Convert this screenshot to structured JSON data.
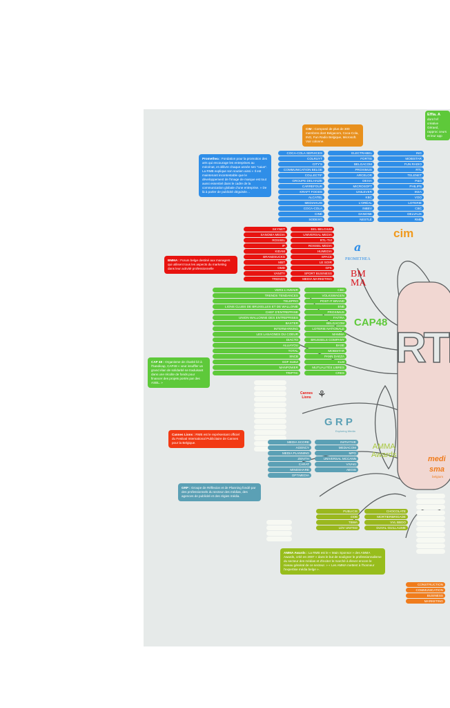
{
  "boxes": {
    "cim": {
      "title": "CIM :",
      "text": " Composé de plus de 300 membres dont Belgacom, Coca-Cola, ING, Fun Radio Belgique, Microsoft. Voir colonne."
    },
    "promethea": {
      "title": "Promethea :",
      "text": " Fondation pour la promotion des arts qui encourage les entreprises au mécénat, et délivre chaque année ses \"caius\". La RMB explique son soutien ainsi « Il est maintenant incontestable que le développement de l'image de marque est tout aussi essentiel dans le cadre de la communication globale d'une entreprise. » De là à parler de publicité déguisée…"
    },
    "bmma": {
      "title": "BMMA :",
      "text": " Forum belge destiné aux managers qui utilisent tous les aspects du marketing dans leur activité professionnelle"
    },
    "cap48": {
      "title": "CAP 48 :",
      "text": " Organisme de charité lié à l'handicap, CAP48 « veut insuffler un grand élan de solidarité se traduisant dans une récolte de fonds pour financer des projets portés par des ASBL. »"
    },
    "cannes": {
      "title": "Cannes Lions :",
      "text": " RMB est le représentant officiel du Festival International Publicitaire de Cannes pour la Belgique."
    },
    "grp": {
      "title": "GRP :",
      "text": " Groupe de Réflexion et de Planning fondé par des professionnels du secteur des médias, des agences de publicité et des régies média."
    },
    "amma": {
      "title": "AMMA Awards :",
      "text": " La RMB est le « Main Sponsor » des AMMA Awards, créé en 2007 « dans le but de souligner le professionnalisme du secteur des médias et d'inciter le marché à élever encore le niveau général de ce secteur. » « Les AMMA mettent à l'honneur l'expertise média belge »."
    },
    "effia": {
      "title": "Effia. A",
      "text": " dont l'ef créative Géraed, rapproc ceurs et leur app"
    }
  },
  "logos": {
    "cim": "cim",
    "promethea_mark": "a",
    "promethea": "PROMETHEA",
    "bmma1": "BM",
    "bmma2": "MA",
    "cap48": "CAP48",
    "cannes1": "Cannes",
    "cannes2": "Lions",
    "grp": "G R P",
    "grp_sub": "Exploring Media",
    "amma1": "AMMA",
    "amma2": "Awards",
    "media": "medi",
    "smart": "sma",
    "smart_sub": "belgium",
    "rmb": "RTBF"
  },
  "pill_groups": [
    {
      "color": "#2f8ee8",
      "labels": [
        "COCA-COLA SERVICES",
        "COLRUYT",
        "CITY'S",
        "COMMUNICATION BELGE",
        "COLLECTIF",
        "GROUPE DELHAIZE",
        "CARREFOUR",
        "KRAFT FOODS",
        "ALCATEL",
        "MEDIAHUIS",
        "COCA-COLA",
        "CINÉ",
        "SODEXO",
        "ELECTRABEL",
        "FORTIS",
        "BELGACOM",
        "PROXIMUS",
        "ARCELOR",
        "DEXIA",
        "MICROSOFT",
        "UNILEVER",
        "KBC",
        "L'ORÉAL",
        "INBEV",
        "DANONE",
        "NESTLÉ",
        "ING",
        "MOBISTAR",
        "FUN RADIO",
        "RTL",
        "TELENET",
        "P&G",
        "PHILIPS",
        "IKEA",
        "VOO",
        "LOTERIE",
        "CBC",
        "DELVAUX",
        "RMB"
      ]
    },
    {
      "color": "#e8130f",
      "labels": [
        "SKYNET",
        "SANOMA MEDIA",
        "ROSSEL",
        "IP",
        "KIDAM",
        "BRANDSUCKS",
        "MBT",
        "OMD",
        "VANITY",
        "TRENDS",
        "BEL BELGIUM",
        "UNIVERSAL MEDIA",
        "RTL-TVI",
        "ROSSEL MEDIA",
        "HUMEDIA",
        "SPACE",
        "LE SOIR",
        "GFK",
        "SPORT BUSINESS",
        "MEDIA MARKETING"
      ]
    },
    {
      "color": "#5ec93a",
      "labels": [
        "VERS L'AVENIR",
        "TRENDS TENDANCES",
        "TELEPRO",
        "LIONS CLUBS DE BRUXELLES ET DE WALLONIE",
        "CHEF D'ENTREPRISE",
        "UNION WALLONNE DES ENTREPRISES",
        "BAXTER",
        "INTERMARKING",
        "LES LASAGNES DU COEUR",
        "DIACTO",
        "ALLIAYOU",
        "TOTAL",
        "SNCB",
        "GDF SUEZ",
        "MANPOWER",
        "TRIPTIC",
        "CBC",
        "VOLKSWAGEN",
        "POST-IT BRAND",
        "BNB",
        "PROXIMUS",
        "FAITRA",
        "BELGACOM",
        "LOTERIE NATIONALE",
        "MAMMA",
        "BRUSSELS COMPANY",
        "BASE",
        "MOBISTAR",
        "PANN DAEZA",
        "KLM",
        "MUTUALITÉS LIBRES",
        "CRES"
      ]
    },
    {
      "color": "#f7f9f3",
      "labels": [
        "",
        "",
        "",
        "",
        "",
        "",
        "",
        "",
        "",
        "",
        "",
        "",
        ""
      ]
    },
    {
      "color": "#5ba0b5",
      "labels": [
        "MEDIA SCORE",
        "AGENCY",
        "MEDIA PLANNING",
        "ZENITH",
        "CARAT",
        "MINDSHARE",
        "OPTIMEDIA",
        "INITIATIVE",
        "MEDIACOM",
        "MPG",
        "UNIVERSAL MCCANN",
        "VIVAKI",
        "AEGIS"
      ]
    },
    {
      "color": "#f7f9f3",
      "labels": [
        "",
        "",
        "",
        ""
      ]
    },
    {
      "color": "#9ab81e",
      "labels": [
        "PUBLICIS",
        "DDB",
        "TBWA",
        "LDV UNITED",
        "CHOCOLATE",
        "MORTIERBRIGADE",
        "VVL BBDO",
        "DUVAL GUILLAUME"
      ]
    },
    {
      "color": "#f7f9f3",
      "labels": [
        "",
        "",
        "",
        "",
        "",
        "",
        "",
        "",
        "",
        "",
        ""
      ]
    },
    {
      "color": "#f07c1c",
      "labels": [
        "CONSTRUCTION",
        "COMMUNICATION",
        "BUSINESS",
        "MARKETING"
      ]
    }
  ]
}
